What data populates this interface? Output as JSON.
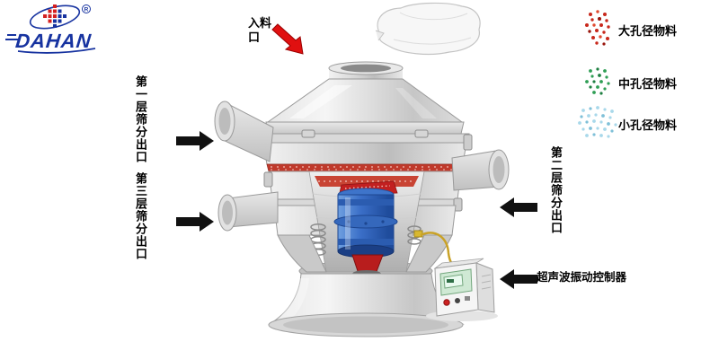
{
  "logo": {
    "brand": "DAHAN",
    "registered": "R"
  },
  "annotations": {
    "feed_inlet": "入料口",
    "outlet_layer1": "第一层筛分出口",
    "outlet_layer2": "第二层筛分出口",
    "outlet_layer3": "第三层筛分出口",
    "controller": "超声波振动控制器"
  },
  "legend": {
    "items": [
      {
        "icon": "large-particles-icon",
        "label": "大孔径物料",
        "color": "#c8281c"
      },
      {
        "icon": "medium-particles-icon",
        "label": "中孔径物料",
        "color": "#2f9e55"
      },
      {
        "icon": "small-particles-icon",
        "label": "小孔径物料",
        "color": "#a8d8ea"
      }
    ]
  },
  "colors": {
    "background": "#ffffff",
    "machine_body": "#d6d6d6",
    "mesh_red": "#c0392b",
    "motor_blue": "#3b6fc8",
    "arrow_black": "#111111",
    "arrow_red": "#e01010",
    "logo_blue": "#1733a0",
    "wire_yellow": "#c9a227",
    "controller_panel_green": "#cfe9d4"
  }
}
